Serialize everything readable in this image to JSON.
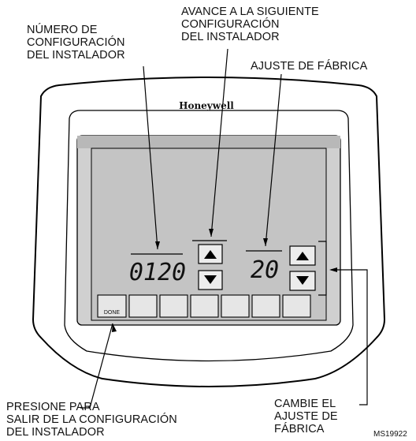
{
  "callouts": {
    "setup_number": "NÚMERO DE\nCONFIGURACIÓN\nDEL INSTALADOR",
    "advance_next": "AVANCE A LA SIGUIENTE\nCONFIGURACIÓN\nDEL INSTALADOR",
    "factory_default": "AJUSTE DE FÁBRICA",
    "press_to_exit": "PRESIONE PARA\nSALIR DE LA CONFIGURACIÓN\nDEL INSTALADOR",
    "change_setting": "CAMBIE EL\nAJUSTE DE\nFÁBRICA"
  },
  "device": {
    "brand": "Honeywell",
    "display": {
      "setup_number_value": "0120",
      "setting_value": "20"
    },
    "done_button_label": "DONE",
    "icons": [
      "arrow-up-icon",
      "arrow-down-icon"
    ]
  },
  "figure_code": "MS19922"
}
